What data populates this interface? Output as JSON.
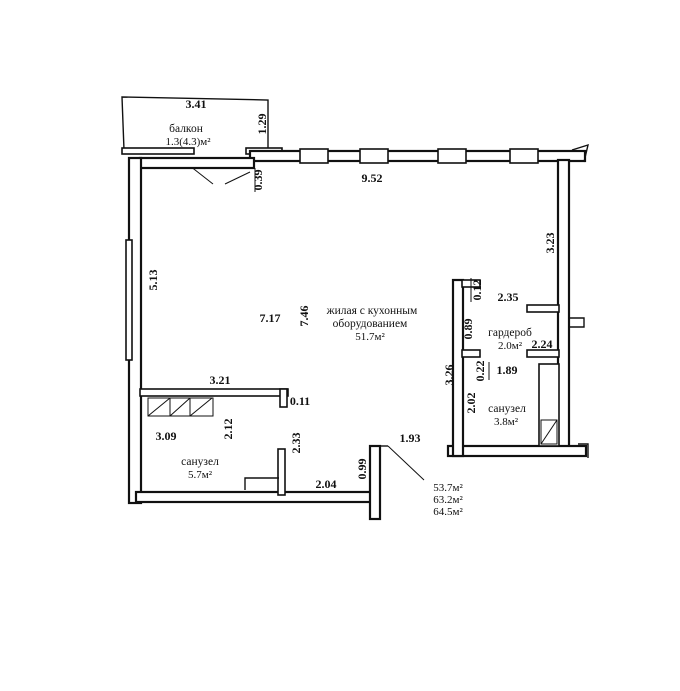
{
  "plan": {
    "rooms": {
      "balcony": {
        "name": "балкон",
        "area": "1.3(4.3)м²"
      },
      "living": {
        "name_line1": "жилая с кухонным",
        "name_line2": "оборудованием",
        "area": "51.7м²"
      },
      "wardrobe": {
        "name": "гардероб",
        "area": "2.0м²"
      },
      "bath_small": {
        "name": "санузел",
        "area": "3.8м²"
      },
      "bath_large": {
        "name": "санузел",
        "area": "5.7м²"
      }
    },
    "dimensions": {
      "balcony_width": "3.41",
      "balcony_depth": "1.29",
      "balcony_door_wall": "0.39",
      "top_wall": "9.52",
      "right_upper": "3.23",
      "left_wall": "5.13",
      "living_depth": "7.17",
      "living_depth_inner": "7.46",
      "wardrobe_gap": "0.12",
      "wardrobe_width": "2.35",
      "wardrobe_depth": "0.89",
      "wardrobe_side": "2.24",
      "corridor_height": "3.26",
      "bath_gap": "0.22",
      "bath_small_width": "1.89",
      "bath_small_depth": "2.02",
      "partition_length": "3.21",
      "partition_thickness": "0.11",
      "bath_large_width": "3.09",
      "bath_large_depth": "2.12",
      "bath_large_right": "2.33",
      "bottom_wall": "2.04",
      "entry_wall": "0.99",
      "entry_width": "1.93"
    },
    "totals": {
      "area_living": "53.7м²",
      "area_total": "63.2м²",
      "area_full": "64.5м²"
    }
  }
}
